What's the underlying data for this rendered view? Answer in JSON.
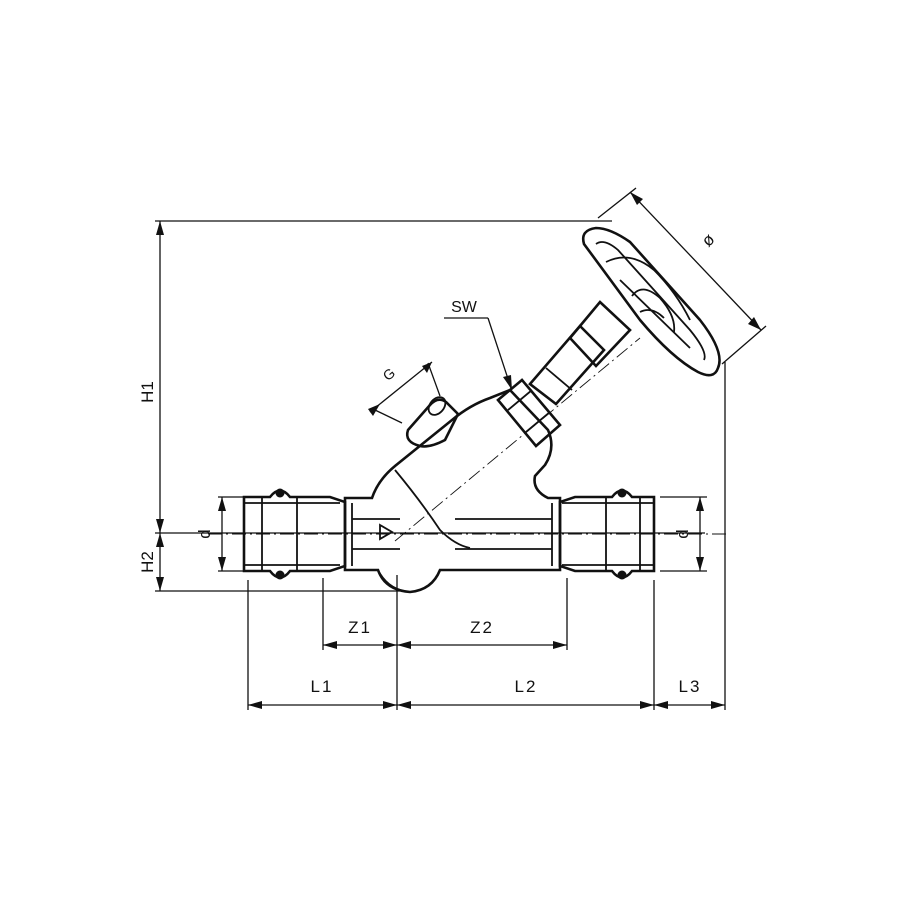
{
  "labels": {
    "h1": "H1",
    "h2": "H2",
    "d_left": "d",
    "d_right": "d",
    "z1": "Z1",
    "z2": "Z2",
    "l1": "L1",
    "l2": "L2",
    "l3": "L3",
    "sw": "SW",
    "g": "G",
    "diameter": "ø"
  },
  "colors": {
    "line": "#111111",
    "background": "#ffffff"
  }
}
